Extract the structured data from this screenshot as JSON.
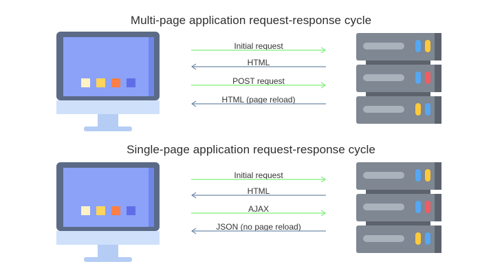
{
  "diagrams": [
    {
      "title": "Multi-page application request-response cycle",
      "messages": [
        {
          "label": "Initial request",
          "direction": "to-server",
          "color": "#7cf07c"
        },
        {
          "label": "HTML",
          "direction": "to-client",
          "color": "#6f8aa8"
        },
        {
          "label": "POST request",
          "direction": "to-server",
          "color": "#7cf07c"
        },
        {
          "label": "HTML (page reload)",
          "direction": "to-client",
          "color": "#6f8aa8"
        }
      ]
    },
    {
      "title": "Single-page application request-response cycle",
      "messages": [
        {
          "label": "Initial request",
          "direction": "to-server",
          "color": "#7cf07c"
        },
        {
          "label": "HTML",
          "direction": "to-client",
          "color": "#6f8aa8"
        },
        {
          "label": "AJAX",
          "direction": "to-server",
          "color": "#7cf07c"
        },
        {
          "label": "JSON (no page reload)",
          "direction": "to-client",
          "color": "#6f8aa8"
        }
      ]
    }
  ],
  "colors": {
    "screen": "#8ba2f8",
    "screen_side": "#6f86e8",
    "monitor_frame": "#5b6a86",
    "monitor_base": "#cfe0fb",
    "stand": "#b5cdf5",
    "squares": [
      "#fff2c4",
      "#ffd45a",
      "#fb7f46",
      "#5f6ee8"
    ],
    "server_body": "#7e8792",
    "server_side": "#5c636d",
    "server_slot": "#aab2bc",
    "led_blue": "#55a7f4",
    "led_yellow": "#ffc93c",
    "led_red": "#f35b63"
  }
}
